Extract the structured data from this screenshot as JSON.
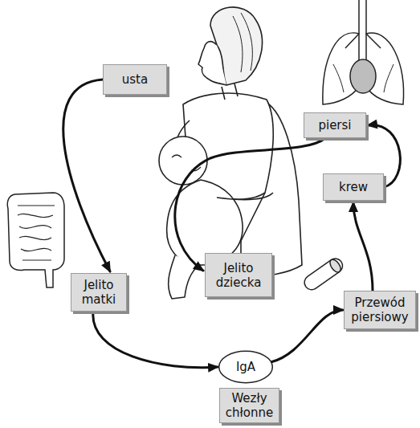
{
  "diagram": {
    "nodes": [
      {
        "text": [
          "usta"
        ]
      },
      {
        "text": [
          "piersi"
        ]
      },
      {
        "text": [
          "krew"
        ]
      },
      {
        "text": [
          "Jelito dziecka"
        ]
      },
      {
        "text": [
          "Jelito matki"
        ]
      },
      {
        "text": [
          "Przewód piersiowy"
        ]
      },
      {
        "text": [
          "IgA"
        ]
      },
      {
        "text": [
          "Wezły chłonne"
        ]
      }
    ],
    "edges": [
      {
        "from": 0,
        "to": 4,
        "arrow": "to"
      },
      {
        "from": 4,
        "to": 6,
        "arrow": "to"
      },
      {
        "from": 6,
        "to": 5,
        "arrow": "to"
      },
      {
        "from": 5,
        "to": 2,
        "arrow": "to"
      },
      {
        "from": 2,
        "to": 1,
        "arrow": "to"
      },
      {
        "from": 1,
        "to": 3,
        "arrow": "to"
      }
    ]
  }
}
